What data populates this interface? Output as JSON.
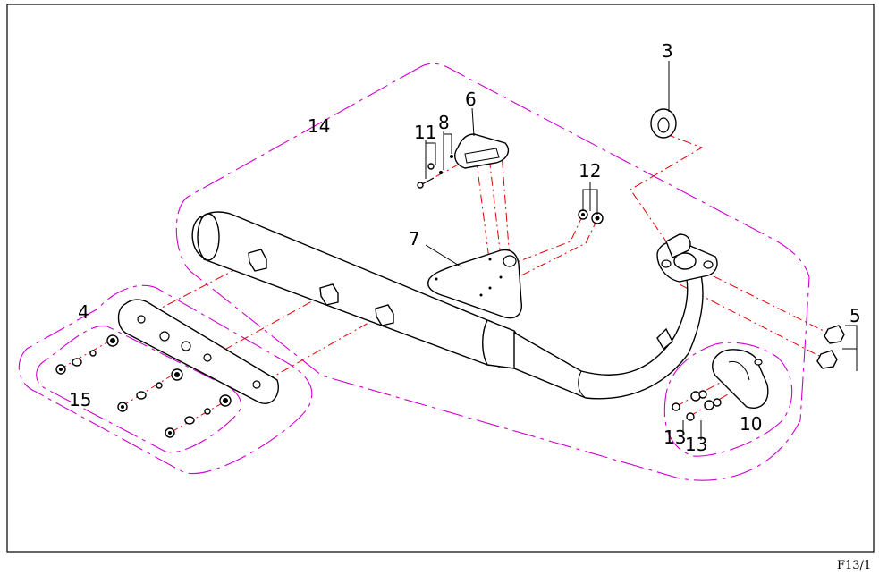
{
  "page_code": "F13/1",
  "colors": {
    "frame": "#000000",
    "group_outline": "#d000d0",
    "assembly_line": "#e00000",
    "parts": "#000000"
  },
  "callouts": [
    "3",
    "4",
    "5",
    "6",
    "7",
    "8",
    "10",
    "11",
    "12",
    "13",
    "13",
    "14",
    "15"
  ]
}
